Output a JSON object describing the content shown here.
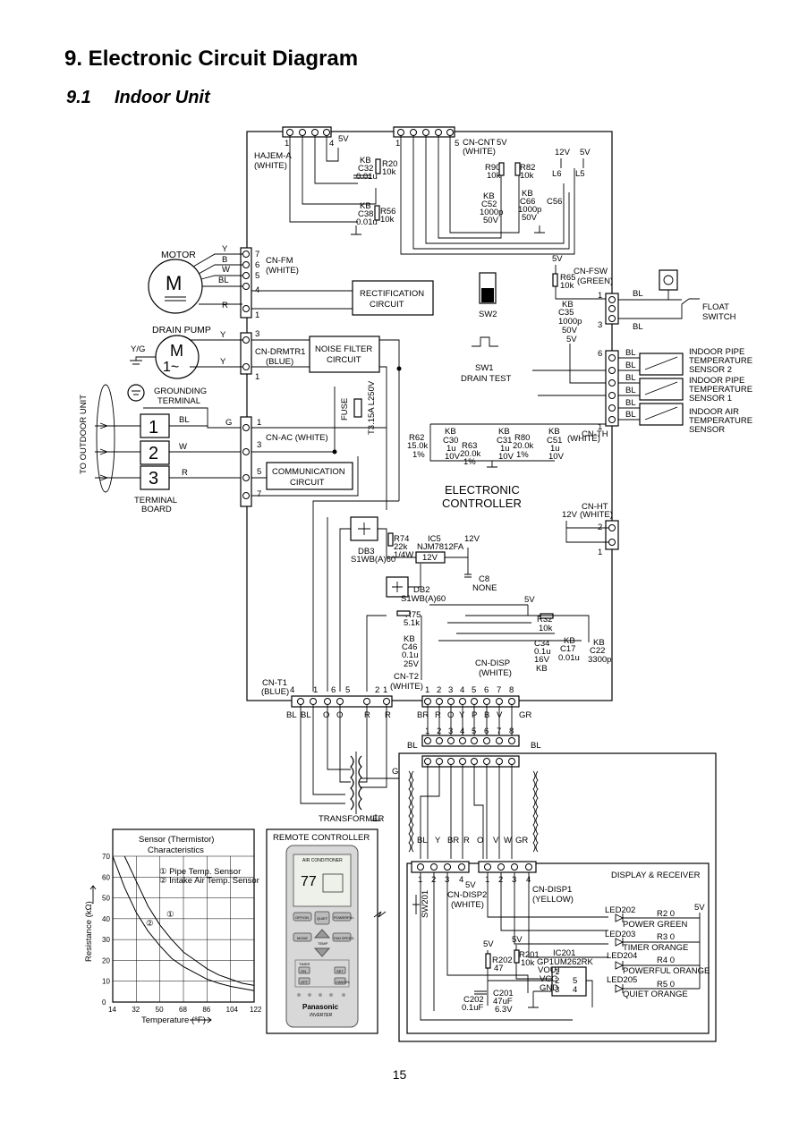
{
  "header": {
    "title": "9. Electronic Circuit Diagram",
    "section_number": "9.1",
    "section_title": "Indoor Unit"
  },
  "page_number": "15",
  "connectors": {
    "hajem": [
      "HAJEM-A",
      "(WHITE)"
    ],
    "cnt": [
      "CN-CNT",
      "(WHITE)"
    ],
    "fm": [
      "CN-FM",
      "(WHITE)"
    ],
    "drmtr": [
      "CN-DRMTR1",
      "(BLUE)"
    ],
    "ac": "CN-AC (WHITE)",
    "fsw": [
      "CN-FSW",
      "(GREEN)"
    ],
    "th": [
      "CN-TH",
      "(WHITE)"
    ],
    "ht": [
      "CN-HT",
      "(WHITE)"
    ],
    "t1": [
      "CN-T1",
      "(BLUE)"
    ],
    "t2": [
      "CN-T2",
      "(WHITE)"
    ],
    "disp": [
      "CN-DISP",
      "(WHITE)"
    ],
    "disp2": [
      "CN-DISP2",
      "(WHITE)"
    ],
    "disp1": [
      "CN-DISP1",
      "(YELLOW)"
    ]
  },
  "blocks": {
    "rectification": [
      "RECTIFICATION",
      "CIRCUIT"
    ],
    "noise_filter": [
      "NOISE FILTER",
      "CIRCUIT"
    ],
    "communication": [
      "COMMUNICATION",
      "CIRCUIT"
    ],
    "electronic_controller": [
      "ELECTRONIC",
      "CONTROLLER"
    ],
    "display_receiver": "DISPLAY & RECEIVER",
    "remote_controller": "REMOTE CONTROLLER",
    "transformer": "TRANSFORMER",
    "terminal_board": [
      "TERMINAL",
      "BOARD"
    ],
    "to_outdoor": "TO OUTDOOR UNIT",
    "grounding": [
      "GROUNDING",
      "TERMINAL"
    ]
  },
  "devices": {
    "motor": "MOTOR",
    "drain_pump": "DRAIN PUMP",
    "sw2": "SW2",
    "sw1": [
      "SW1",
      "DRAIN TEST"
    ],
    "float_switch": [
      "FLOAT",
      "SWITCH"
    ],
    "sensor2": [
      "INDOOR PIPE",
      "TEMPERATURE",
      "SENSOR 2"
    ],
    "sensor1": [
      "INDOOR PIPE",
      "TEMPERATURE",
      "SENSOR 1"
    ],
    "sensor_air": [
      "INDOOR AIR",
      "TEMPERATURE",
      "SENSOR"
    ],
    "fuse": [
      "FUSE",
      "T3.15A L250V"
    ],
    "yg": "Y/G"
  },
  "components": {
    "c32": [
      "KB",
      "C32",
      "0.01u"
    ],
    "r20": [
      "R20",
      "10k"
    ],
    "c38": [
      "KB",
      "C38",
      "0.01u"
    ],
    "r56": [
      "R56",
      "10k"
    ],
    "r90": [
      "R90",
      "10k"
    ],
    "r82": [
      "R82",
      "10k"
    ],
    "c52": [
      "KB",
      "C52",
      "1000p",
      "50V"
    ],
    "c66": [
      "KB",
      "C66",
      "1000p",
      "50V"
    ],
    "c56": "C56",
    "l6": "L6",
    "l5": "L5",
    "r65": [
      "R65",
      "10k"
    ],
    "c35": [
      "KB",
      "C35",
      "1000p",
      "50V"
    ],
    "r62": [
      "R62",
      "15.0k",
      "1%"
    ],
    "c30": [
      "KB",
      "C30",
      "1u",
      "10V"
    ],
    "r63": [
      "R63",
      "20.0k",
      "1%"
    ],
    "c31": [
      "KB",
      "C31",
      "1u",
      "10V"
    ],
    "r80": [
      "R80",
      "20.0k",
      "1%"
    ],
    "c51": [
      "KB",
      "C51",
      "1u",
      "10V"
    ],
    "db3": [
      "DB3",
      "S1WB(A)60"
    ],
    "r74": [
      "R74",
      "22k",
      "1/4W"
    ],
    "ic5": [
      "IC5",
      "NJM7812FA"
    ],
    "ic5_inner": "12V",
    "c8": [
      "C8",
      "NONE"
    ],
    "db2": [
      "DB2",
      "S1WB(A)60"
    ],
    "r75": [
      "R75",
      "5.1k"
    ],
    "c46": [
      "KB",
      "C46",
      "0.1u",
      "25V"
    ],
    "r32": [
      "R32",
      "10k"
    ],
    "c34": [
      "C34",
      "0.1u",
      "16V",
      "KB"
    ],
    "c17": [
      "KB",
      "C17",
      "0.01u"
    ],
    "c22": [
      "KB",
      "C22",
      "3300p"
    ],
    "r202": [
      "R202",
      "47"
    ],
    "r201": [
      "R201",
      "10k"
    ],
    "c202": [
      "C202",
      "0.1uF"
    ],
    "c201": [
      "C201",
      "47uF",
      "6.3V"
    ],
    "ic201": [
      "IC201",
      "GP1UM262RK"
    ],
    "sw201": "SW201"
  },
  "voltages": {
    "v5": "5V",
    "v12": "12V"
  },
  "wire_colors": {
    "motor": [
      "Y",
      "B",
      "W",
      "BL",
      "R"
    ],
    "pump": [
      "Y",
      "Y"
    ],
    "tb": [
      "BL",
      "W",
      "R"
    ],
    "t1_row": [
      "BL",
      "BL",
      "O",
      "O",
      "R",
      "R"
    ],
    "disp_row": [
      "BR",
      "R",
      "O",
      "Y",
      "P",
      "B",
      "V",
      "GR"
    ],
    "lower_row": [
      "BL",
      "Y",
      "BR",
      "R",
      "O",
      "V",
      "W",
      "GR"
    ],
    "bl": "BL",
    "g": "G"
  },
  "leds": [
    {
      "ref": "LED202",
      "label": "POWER GREEN",
      "res": "R2 0"
    },
    {
      "ref": "LED203",
      "label": "TIMER ORANGE",
      "res": "R3 0"
    },
    {
      "ref": "LED204",
      "label": "POWERFUL ORANGE",
      "res": "R4 0"
    },
    {
      "ref": "LED205",
      "label": "QUIET ORANGE",
      "res": "R5 0"
    }
  ],
  "ic201_pins": [
    "1",
    "2",
    "3",
    "4",
    "5",
    "VOUT",
    "VCC",
    "GND"
  ],
  "chart_data": {
    "type": "line",
    "title": "Sensor (Thermistor) Characteristics",
    "xlabel": "Temperature (°F)",
    "ylabel": "Resistance (kΩ)",
    "x_ticks": [
      "14",
      "32",
      "50",
      "68",
      "86",
      "104",
      "122"
    ],
    "y_ticks": [
      "0",
      "10",
      "20",
      "30",
      "40",
      "50",
      "60",
      "70"
    ],
    "xlim": [
      14,
      122
    ],
    "ylim": [
      0,
      70
    ],
    "legend": [
      "① Pipe Temp. Sensor",
      "② Intake Air Temp. Sensor"
    ],
    "series": [
      {
        "name": "① Pipe Temp. Sensor",
        "x": [
          23,
          32,
          41,
          50,
          59,
          68,
          77,
          86,
          95,
          104,
          113,
          122
        ],
        "y": [
          70,
          58,
          46,
          37,
          30,
          24,
          20,
          16,
          13,
          11,
          9,
          8
        ]
      },
      {
        "name": "② Intake Air Temp. Sensor",
        "x": [
          14,
          23,
          32,
          41,
          50,
          59,
          68,
          77,
          86,
          95,
          104,
          113,
          122
        ],
        "y": [
          70,
          55,
          43,
          34,
          27,
          21,
          17,
          14,
          11,
          9,
          7.5,
          6.5,
          5.5
        ]
      }
    ]
  },
  "remote": {
    "brand": "Panasonic",
    "sub": "INVERTER",
    "screen_title": "AIR CONDITIONER",
    "buttons": [
      "OFF/ON",
      "QUIET",
      "POWERFUL",
      "MODE",
      "FAN SPEED",
      "TEMP",
      "TIMER",
      "ON",
      "SET",
      "OFF",
      "CANCEL"
    ]
  }
}
